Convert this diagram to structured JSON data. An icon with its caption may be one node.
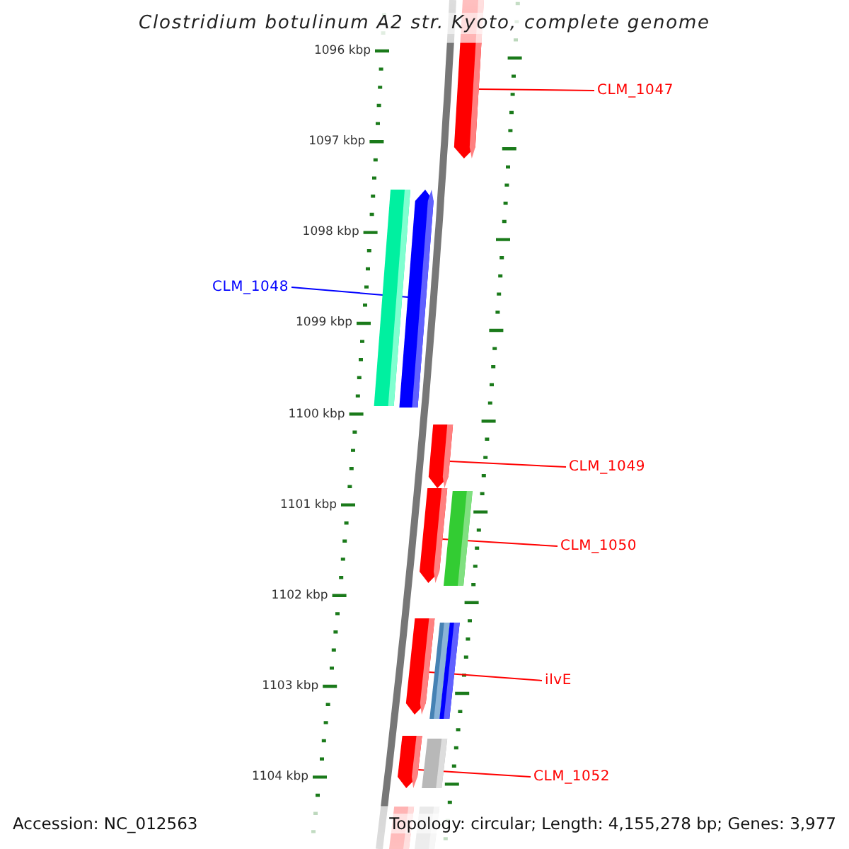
{
  "diagram": {
    "title": "Clostridium botulinum A2 str. Kyoto, complete genome",
    "nodes": [
      {
        "text": [
          "CLM_1047"
        ]
      },
      {
        "text": [
          "CLM_1048"
        ]
      },
      {
        "text": [
          "CLM_1049"
        ]
      },
      {
        "text": [
          "CLM_1050"
        ]
      },
      {
        "text": [
          "ilvE"
        ]
      },
      {
        "text": [
          "CLM_1052"
        ]
      },
      {
        "text": [],
        "shape": "arrow"
      },
      {
        "text": [],
        "shape": "bar"
      },
      {
        "text": [],
        "shape": "arrow"
      },
      {
        "text": [],
        "shape": "arrow"
      },
      {
        "text": [],
        "shape": "arrow"
      },
      {
        "text": [],
        "shape": "bar"
      },
      {
        "text": [],
        "shape": "arrow"
      },
      {
        "text": [],
        "shape": "bar"
      },
      {
        "text": [],
        "shape": "bar"
      },
      {
        "text": [],
        "shape": "arrow"
      },
      {
        "text": [],
        "shape": "bar"
      },
      {
        "text": [],
        "shape": "bar"
      },
      {
        "text": [],
        "shape": "bar"
      }
    ],
    "edges": [
      {
        "from": 0,
        "to": 6,
        "arrow": "none"
      },
      {
        "from": 1,
        "to": 8,
        "arrow": "none",
        "color": "#0000ff"
      },
      {
        "from": 2,
        "to": 9,
        "arrow": "none"
      },
      {
        "from": 3,
        "to": 10,
        "arrow": "none"
      },
      {
        "from": 4,
        "to": 12,
        "arrow": "none"
      },
      {
        "from": 5,
        "to": 15,
        "arrow": "none"
      }
    ],
    "labels": [
      "1096 kbp",
      "1097 kbp",
      "1098 kbp",
      "1099 kbp",
      "1100 kbp",
      "1101 kbp",
      "1102 kbp",
      "1103 kbp",
      "1104 kbp",
      "Accession: NC_012563",
      "Topology: circular; Length: 4,155,278 bp; Genes: 3,977"
    ]
  }
}
